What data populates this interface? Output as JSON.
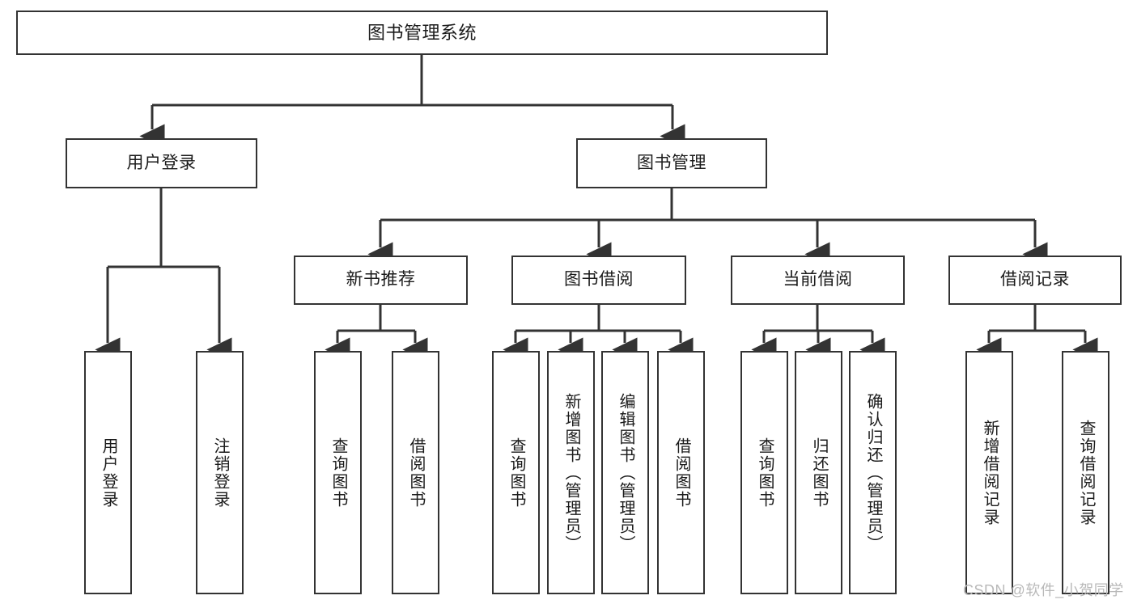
{
  "diagram": {
    "title": "图书管理系统",
    "type": "tree-hierarchy",
    "colors": {
      "box_border": "#333333",
      "box_fill": "#ffffff",
      "connector": "#333333",
      "text": "#1b1b1b",
      "watermark": "#b9b9b9",
      "background": "#ffffff"
    },
    "root": {
      "label": "图书管理系统"
    },
    "level2": [
      {
        "label": "用户登录"
      },
      {
        "label": "图书管理"
      }
    ],
    "level3": [
      {
        "label": "新书推荐"
      },
      {
        "label": "图书借阅"
      },
      {
        "label": "当前借阅"
      },
      {
        "label": "借阅记录"
      }
    ],
    "leaves": {
      "user_login": [
        {
          "label": "用户登录"
        },
        {
          "label": "注销登录"
        }
      ],
      "new_book_recommend": [
        {
          "label": "查询图书"
        },
        {
          "label": "借阅图书"
        }
      ],
      "book_borrow": [
        {
          "label": "查询图书"
        },
        {
          "label": "新增图书（管理员）"
        },
        {
          "label": "编辑图书（管理员）"
        },
        {
          "label": "借阅图书"
        }
      ],
      "current_borrow": [
        {
          "label": "查询图书"
        },
        {
          "label": "归还图书"
        },
        {
          "label": "确认归还（管理员）"
        }
      ],
      "borrow_record": [
        {
          "label": "新增借阅记录"
        },
        {
          "label": "查询借阅记录"
        }
      ]
    }
  },
  "watermark": {
    "text": "CSDN @软件_小贺同学"
  }
}
